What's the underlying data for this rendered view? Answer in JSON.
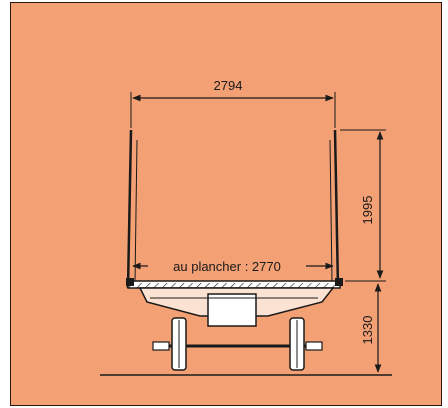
{
  "drawing": {
    "colors": {
      "background": "#f2a074",
      "ink": "#1a1a1a",
      "frame": "#2a1a12"
    },
    "dimensions": {
      "top_width": "2794",
      "floor_width": "au plancher : 2770",
      "wall_height": "1995",
      "floor_height": "1330"
    }
  }
}
